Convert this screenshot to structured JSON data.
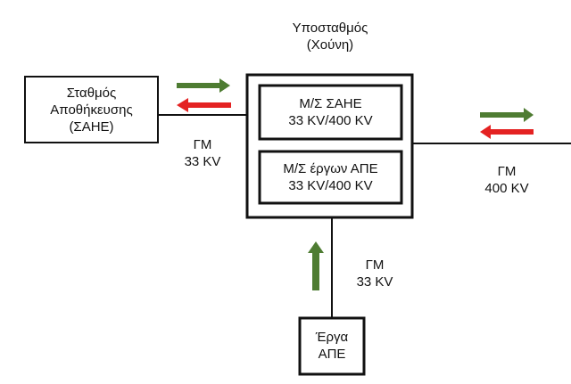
{
  "substation": {
    "title_line1": "Υποσταθμός",
    "title_line2": "(Χούνη)"
  },
  "storage_station": {
    "line1": "Σταθμός",
    "line2": "Αποθήκευσης",
    "line3": "(ΣΑΗΕ)"
  },
  "ms_sahe": {
    "line1": "Μ/Σ ΣΑΗΕ",
    "line2": "33 KV/400 KV"
  },
  "ms_ape": {
    "line1": "Μ/Σ έργων ΑΠΕ",
    "line2": "33 KV/400 KV"
  },
  "res_projects": {
    "line1": "Έργα",
    "line2": "ΑΠΕ"
  },
  "line_left": {
    "line1": "ΓΜ",
    "line2": "33 KV"
  },
  "line_right": {
    "line1": "ΓΜ",
    "line2": "400 KV"
  },
  "line_bottom": {
    "line1": "ΓΜ",
    "line2": "33 KV"
  },
  "colors": {
    "line": "#111111",
    "export_arrow": "#4e7c32",
    "import_arrow": "#e42222",
    "res_arrow": "#4e7c32"
  }
}
